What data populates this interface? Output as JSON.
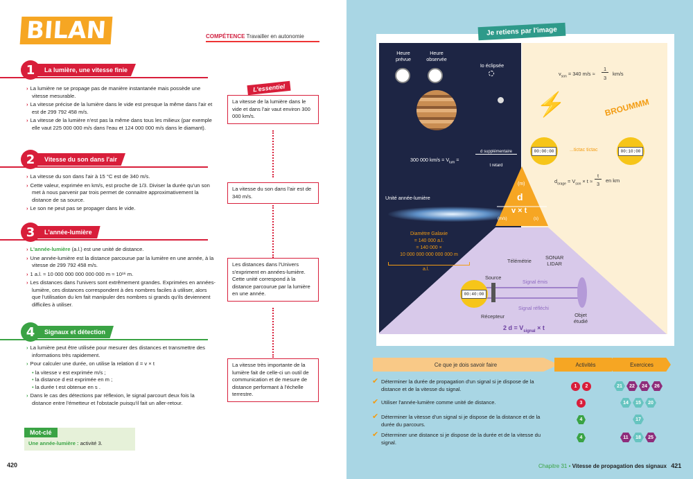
{
  "left": {
    "bilan": "BILAN",
    "competence_label": "COMPÉTENCE",
    "competence_text": "Travailler en autonomie",
    "essentiel": "L'essentiel",
    "sections": [
      {
        "num": "1",
        "title": "La lumière, une vitesse finie",
        "items": [
          "La lumière ne se propage pas de manière instantanée mais possède une vitesse mesurable.",
          "La vitesse précise de la lumière dans le vide est presque la même dans l'air et est de 299 792 458 m/s.",
          "La vitesse de la lumière n'est pas la même dans tous les milieux (par exemple elle vaut 225 000 000 m/s dans l'eau et 124 000 000 m/s dans le diamant)."
        ],
        "box": "La vitesse de la lumière dans le vide et dans l'air vaut environ 300 000 km/s."
      },
      {
        "num": "2",
        "title": "Vitesse du son dans l'air",
        "items": [
          "La vitesse du son dans l'air à 15 °C est de 340 m/s.",
          "Cette valeur, exprimée en km/s, est proche de 1/3. Diviser la durée qu'un son met à nous parvenir par trois permet de connaitre approximativement la distance de sa source.",
          "Le son ne peut pas se propager dans le vide."
        ],
        "box": "La vitesse du son dans l'air est de 340 m/s."
      },
      {
        "num": "3",
        "title": "L'année-lumière",
        "item1_term": "L'année-lumière",
        "item1_rest": " (a.l.) est une unité de distance.",
        "items": [
          "Une année-lumière est la distance parcourue par la lumière en une année, à la vitesse de 299 792 458 m/s.",
          "1 a.l. ≈ 10 000 000 000 000 000 m ≈ 10¹⁶ m.",
          "Les distances dans l'univers sont extrêmement grandes. Exprimées en années-lumière, ces distances correspondent à des nombres faciles à utiliser, alors que l'utilisation du km fait manipuler des nombres si grands qu'ils deviennent difficiles à utiliser."
        ],
        "box": "Les distances dans l'Univers s'expriment en années-lumière. Cette unité correspond à la distance parcourue par la lumière en une année."
      },
      {
        "num": "4",
        "title": "Signaux et détection",
        "items": [
          "La lumière peut être utilisée pour mesurer des distances et transmettre des informations très rapidement.",
          "Pour calculer une durée, on utilise la relation d = v × t"
        ],
        "sub": [
          "la vitesse v est exprimée m/s ;",
          "la distance d est exprimée en m ;",
          "la durée t est obtenue en s ."
        ],
        "last": "Dans le cas des détections par réflexion, le signal parcourt deux fois la distance entre l'émetteur et l'obstacle puisqu'il fait un aller-retour.",
        "box": "La vitesse très importante de la lumière fait de celle-ci un outil de communication et de mesure de distance performant à l'échelle terrestre."
      }
    ],
    "motcle_title": "Mot-clé",
    "motcle_term": "Une année-lumière :",
    "motcle_rest": " activité 3.",
    "page": "420"
  },
  "right": {
    "retiens": "Je retiens par l'image",
    "heure_prevue": "Heure prévue",
    "heure_observee": "Heure observée",
    "io": "Io éclipsée",
    "vlum": "300 000 km/s = V",
    "vlum_sub": "lum",
    "frac_num": "d supplémentaire",
    "frac_den": "t retard",
    "unite": "Unité année-lumière",
    "vson": "v",
    "vson_sub": "son",
    "vson_rest": "= 340 m/s ≈",
    "one": "1",
    "three": "3",
    "kms": "km/s",
    "broum": "BROUMMM",
    "tictac": "...tictac tictac",
    "t1": "00:00:00",
    "t2": "00:10:00",
    "t3": "00:40:00",
    "dorage": "d",
    "dorage_sub": "orage",
    "dorage_rest": "= V",
    "vs2": "son",
    "x_t": "× t ≈",
    "t": "t",
    "in_km": "en km",
    "tri_m": "(m)",
    "tri_d": "d",
    "tri_vt": "v × t",
    "tri_ms": "(m/s)",
    "tri_s": "(s)",
    "galaxie": [
      "Diamètre Galaxie",
      "= 140 000 a.l.",
      "= 140 000 ×",
      "10 000 000 000 000 000 m"
    ],
    "al": "a.l.",
    "telemetrie": "Télémétrie",
    "sonar": "SONAR",
    "lidar": "LIDAR",
    "source": "Source",
    "emis": "Signal émis",
    "reflechi": "Signal réfléchi",
    "recepteur": "Récepteur",
    "objet": "Objet étudié",
    "formula": "2 d = V",
    "f_sub": "signal",
    "f_rest": "× t",
    "th": [
      "Ce que je dois savoir faire",
      "Activités",
      "Exercices"
    ],
    "rows": [
      {
        "text": "Déterminer la durée de propagation d'un signal si je dispose de la distance et de la vitesse du signal.",
        "acts": [
          "1",
          "2"
        ],
        "ex": [
          "21",
          "22",
          "24",
          "26"
        ]
      },
      {
        "text": "Utiliser l'année-lumière comme unité de distance.",
        "acts": [
          "3"
        ],
        "ex": [
          "14",
          "15",
          "20"
        ]
      },
      {
        "text": "Déterminer la vitesse d'un signal si je dispose de la distance et de la durée du parcours.",
        "acts": [
          "4"
        ],
        "ex": [
          "17"
        ]
      },
      {
        "text": "Déterminer une distance si je dispose de la durée et de la vitesse du signal.",
        "acts": [
          "4"
        ],
        "ex": [
          "11",
          "18",
          "25"
        ]
      }
    ],
    "footer_chap": "Chapitre 31",
    "footer_title": "Vitesse de propagation des signaux",
    "page": "421"
  }
}
